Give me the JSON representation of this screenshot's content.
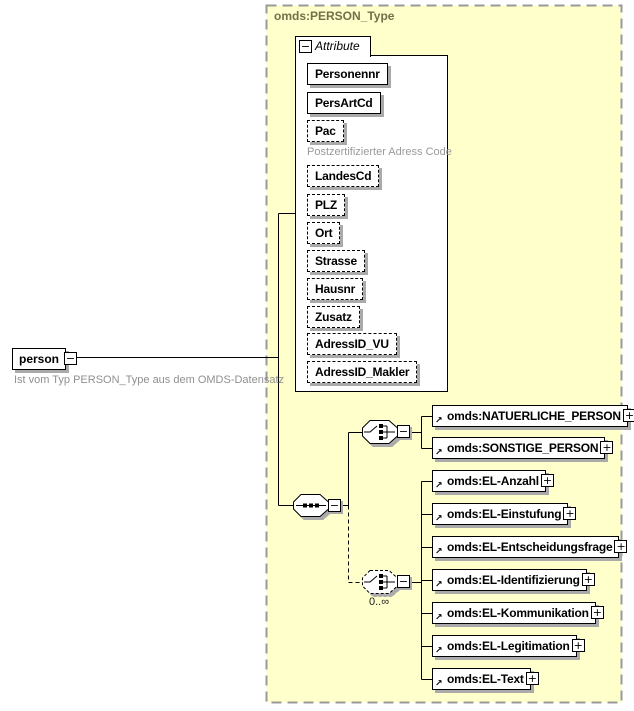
{
  "icons": {
    "plus": "+",
    "minus": "−",
    "ref_arrow": "↗"
  },
  "colors": {
    "container_fill": "#ffffcc",
    "container_border": "#9a9a9a",
    "type_title": "#70704a",
    "annotation_gray": "#909090",
    "shadow_gray": "#aaaaaa"
  },
  "container": {
    "type_title": "omds:PERSON_Type"
  },
  "attribute_section": {
    "label": "Attribute",
    "attributes": [
      {
        "name": "Personennr"
      },
      {
        "name": "PersArtCd"
      },
      {
        "name": "Pac",
        "annotation": "Postzertifizierter Adress Code"
      },
      {
        "name": "LandesCd"
      },
      {
        "name": "PLZ"
      },
      {
        "name": "Ort"
      },
      {
        "name": "Strasse"
      },
      {
        "name": "Hausnr"
      },
      {
        "name": "Zusatz"
      },
      {
        "name": "AdressID_VU"
      },
      {
        "name": "AdressID_Makler"
      }
    ]
  },
  "root_element": {
    "label": "person",
    "annotation": "Ist vom Typ PERSON_Type aus dem OMDS-Datensatz"
  },
  "person_choice": {
    "children": [
      {
        "label": "omds:NATUERLICHE_PERSON"
      },
      {
        "label": "omds:SONSTIGE_PERSON"
      }
    ]
  },
  "el_choice": {
    "cardinality": "0..∞",
    "children": [
      {
        "label": "omds:EL-Anzahl"
      },
      {
        "label": "omds:EL-Einstufung"
      },
      {
        "label": "omds:EL-Entscheidungsfrage"
      },
      {
        "label": "omds:EL-Identifizierung"
      },
      {
        "label": "omds:EL-Kommunikation"
      },
      {
        "label": "omds:EL-Legitimation"
      },
      {
        "label": "omds:EL-Text"
      }
    ]
  }
}
